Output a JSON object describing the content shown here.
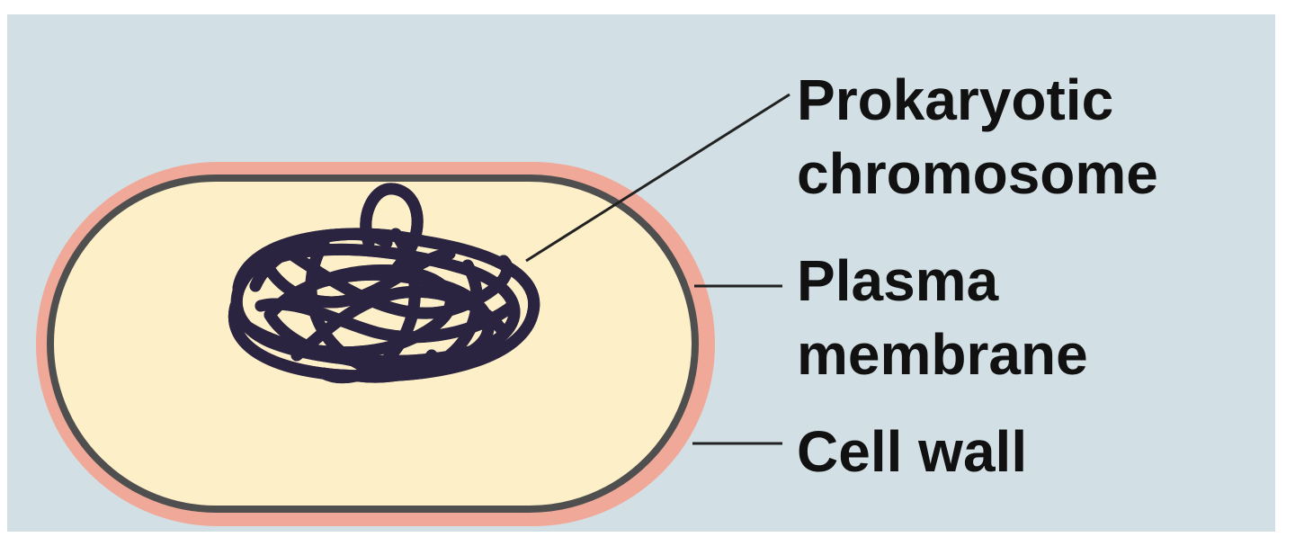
{
  "labels": {
    "chromosome_line1": "Prokaryotic",
    "chromosome_line2": "chromosome",
    "membrane_line1": "Plasma",
    "membrane_line2": "membrane",
    "wall": "Cell wall"
  },
  "colors": {
    "page": "#ffffff",
    "panel_background": "#d2e0e5",
    "cell_wall": "#f0a898",
    "plasma_membrane": "#4f4f4f",
    "cytoplasm": "#fdf0c8",
    "chromosome_fill": "#9d92c4",
    "chromosome_outline": "#2a2440",
    "leader_line": "#222222",
    "label_text": "#111111"
  }
}
